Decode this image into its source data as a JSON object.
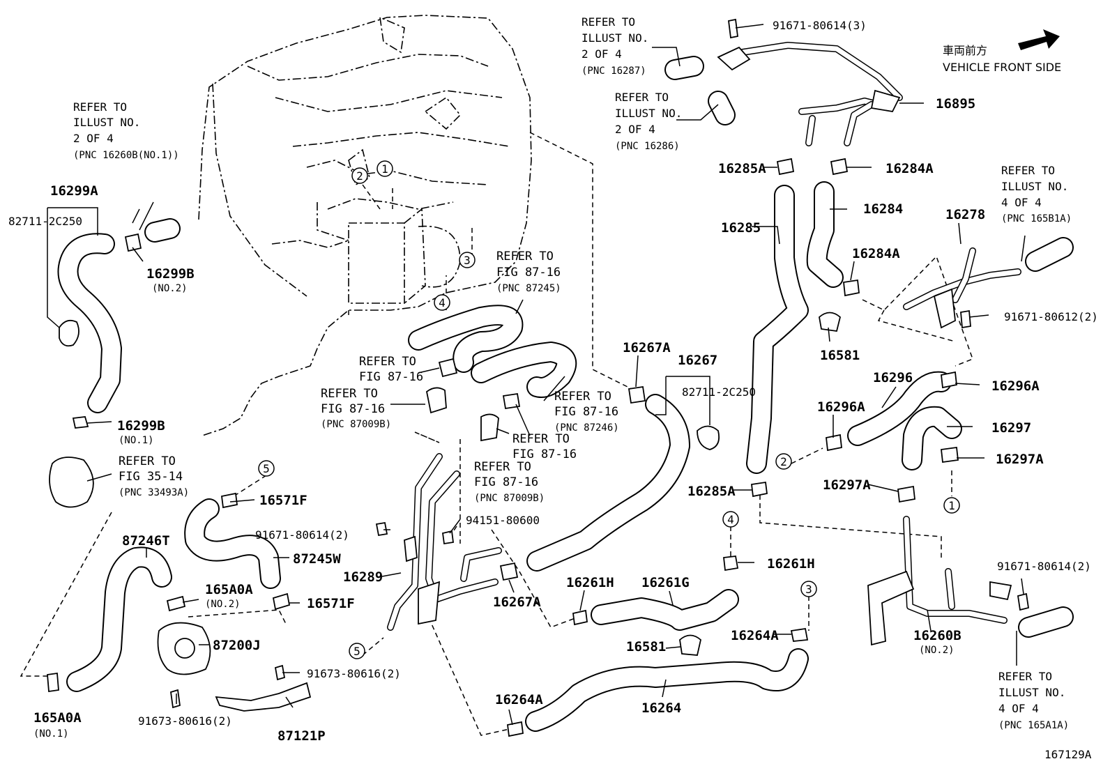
{
  "diagram_id": "167129A",
  "direction": {
    "jp": "車両前方",
    "en": "VEHICLE FRONT SIDE"
  },
  "refs": {
    "r1": [
      "REFER TO",
      "ILLUST NO.",
      "2 OF 4",
      "(PNC 16260B(NO.1))"
    ],
    "r2": [
      "REFER TO",
      "ILLUST NO.",
      "2 OF 4",
      "(PNC 16287)"
    ],
    "r3": [
      "REFER TO",
      "ILLUST NO.",
      "2 OF 4",
      "(PNC 16286)"
    ],
    "r4": [
      "REFER TO",
      "ILLUST NO.",
      "4 OF 4",
      "(PNC 165B1A)"
    ],
    "r5": [
      "REFER TO",
      "FIG 87-16",
      "(PNC 87245)"
    ],
    "r6": [
      "REFER TO",
      "FIG 87-16"
    ],
    "r7": [
      "REFER TO",
      "FIG 87-16",
      "(PNC 87009B)"
    ],
    "r8": [
      "REFER TO",
      "FIG 87-16",
      "(PNC 87246)"
    ],
    "r9": [
      "REFER TO",
      "FIG 87-16"
    ],
    "r10": [
      "REFER TO",
      "FIG 87-16",
      "(PNC 87009B)"
    ],
    "r11": [
      "REFER TO",
      "FIG 35-14",
      "(PNC 33493A)"
    ],
    "r12": [
      "REFER TO",
      "ILLUST NO.",
      "4 OF 4",
      "(PNC 165A1A)"
    ]
  },
  "labels": {
    "p16299A": "16299A",
    "p82711a": "82711-2C250",
    "p16299B1": "16299B",
    "p16299B1n": "(NO.2)",
    "p16299B2": "16299B",
    "p16299B2n": "(NO.1)",
    "p87246T": "87246T",
    "p165A0A1": "165A0A",
    "p165A0A1n": "(NO.1)",
    "p16571F1": "16571F",
    "p9167180614b": "91671-80614(2)",
    "p87245W": "87245W",
    "p165A0A2": "165A0A",
    "p165A0A2n": "(NO.2)",
    "p16571F2": "16571F",
    "p87200J": "87200J",
    "p9167380616a": "91673-80616(2)",
    "p9167380616b": "91673-80616(2)",
    "p87121P": "87121P",
    "p16289": "16289",
    "p9415180600": "94151-80600",
    "p16267A1": "16267A",
    "p16267A2": "16267A",
    "p16267": "16267",
    "p82711b": "82711-2C250",
    "p16264A1": "16264A",
    "p16264": "16264",
    "p16261H1": "16261H",
    "p16261G": "16261G",
    "p16581a": "16581",
    "p16264A2": "16264A",
    "p16261H2": "16261H",
    "p16285A1": "16285A",
    "p16285": "16285",
    "p16285A2": "16285A",
    "p16284A1": "16284A",
    "p16284": "16284",
    "p16284A2": "16284A",
    "p16581b": "16581",
    "p16895": "16895",
    "p9167180614a": "91671-80614(3)",
    "p16278": "16278",
    "p9167180612": "91671-80612(2)",
    "p16296": "16296",
    "p16296A1": "16296A",
    "p16296A2": "16296A",
    "p16297": "16297",
    "p16297A1": "16297A",
    "p16297A2": "16297A",
    "p9167180614c": "91671-80614(2)",
    "p16260B": "16260B",
    "p16260Bn": "(NO.2)"
  },
  "markers": [
    "1",
    "2",
    "3",
    "4",
    "5"
  ]
}
